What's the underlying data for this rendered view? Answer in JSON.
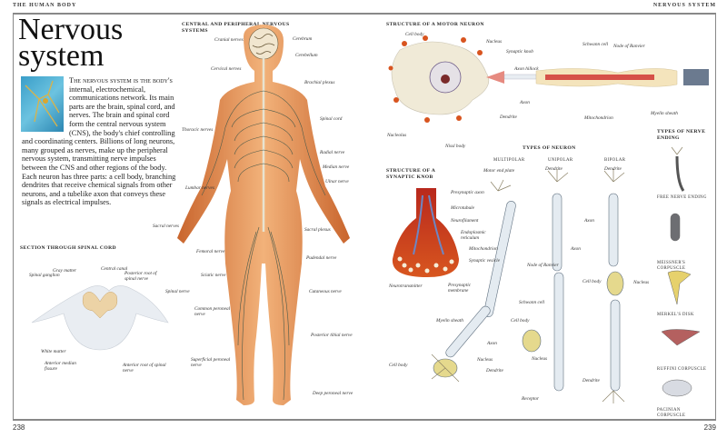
{
  "running_heads": {
    "left": "THE HUMAN BODY",
    "right": "NERVOUS SYSTEM"
  },
  "page_numbers": {
    "left": "238",
    "right": "239"
  },
  "title": "Nervous system",
  "intro": {
    "lead": "The nervous system is the body's",
    "body": " internal, electrochemical, communications network. Its main parts are the brain, spinal cord, and nerves. The brain and spinal cord form the central nervous system (CNS), the body's chief controlling and coordinating centers. Billions of long neurons, many grouped as nerves, make up the peripheral nervous system, transmitting nerve impulses between the CNS and other regions of the body. Each neuron has three parts: a cell body, branching dendrites that receive chemical signals from other neurons, and a tubelike axon that conveys these signals as electrical impulses."
  },
  "headings": {
    "cns": "Central and peripheral nervous systems",
    "spinal": "Section through spinal cord",
    "motor": "Structure of a motor neuron",
    "synaptic": "Structure of a synaptic knob",
    "types_neuron": "Types of neuron",
    "types_ending": "Types of nerve ending",
    "multipolar": "Multipolar",
    "unipolar": "Unipolar",
    "bipolar": "Bipolar"
  },
  "body_labels": [
    "Cranial nerves",
    "Cerebrum",
    "Cerebellum",
    "Cervical nerves",
    "Brachial plexus",
    "Spinal cord",
    "Thoracic nerves",
    "Radial nerve",
    "Median nerve",
    "Ulnar nerve",
    "Lumbar nerves",
    "Sacral nerves",
    "Sacral plexus",
    "Femoral nerve",
    "Pudendal nerve",
    "Sciatic nerve",
    "Cutaneous nerve",
    "Common peroneal nerve",
    "Posterior tibial nerve",
    "Superficial peroneal nerve",
    "Deep peroneal nerve"
  ],
  "spinal_labels": [
    "Spinal ganglion",
    "Gray matter",
    "Central canal",
    "Posterior root of spinal nerve",
    "Spinal nerve",
    "White matter",
    "Anterior median fissure",
    "Anterior root of spinal nerve"
  ],
  "motor_labels": [
    "Cell body",
    "Nucleus",
    "Synaptic knob",
    "Axon hillock",
    "Axon",
    "Dendrite",
    "Nucleolus",
    "Nissl body",
    "Schwann cell",
    "Node of Ranvier",
    "Mitochondrion",
    "Myelin sheath"
  ],
  "synaptic_labels": [
    "Presynaptic axon",
    "Microtubule",
    "Neurofilament",
    "Endoplasmic reticulum",
    "Mitochondrion",
    "Synaptic vesicle",
    "Neurotransmitter",
    "Presynaptic membrane"
  ],
  "neuron_labels": [
    "Motor end plate",
    "Dendrite",
    "Dendrite",
    "Node of Ranvier",
    "Axon",
    "Axon",
    "Cell body",
    "Nucleus",
    "Schwann cell",
    "Cell body",
    "Myelin sheath",
    "Axon",
    "Nucleus",
    "Nucleus",
    "Cell body",
    "Dendrite",
    "Receptor",
    "Dendrite"
  ],
  "nerve_endings": [
    "Free nerve ending",
    "Meissner's corpuscle",
    "Merkel's disk",
    "Ruffini corpuscle",
    "Pacinian corpuscle"
  ]
}
